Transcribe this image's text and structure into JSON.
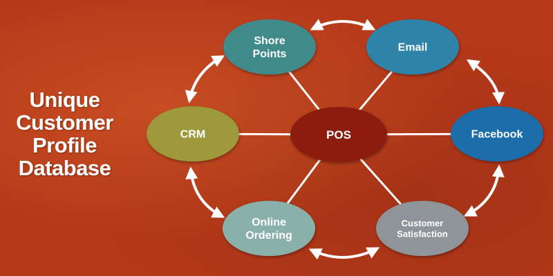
{
  "title": {
    "lines": [
      "Unique",
      "Customer",
      "Profile",
      "Database"
    ]
  },
  "diagram": {
    "center": {
      "label": "POS",
      "color": "#8c1d0b"
    },
    "nodes": [
      {
        "id": "shore-points",
        "lines": [
          "Shore",
          "Points"
        ],
        "color": "#3f8a8c"
      },
      {
        "id": "email",
        "lines": [
          "Email"
        ],
        "color": "#2f84a8"
      },
      {
        "id": "facebook",
        "lines": [
          "Facebook"
        ],
        "color": "#1f6eaa"
      },
      {
        "id": "customer-satisfaction",
        "lines": [
          "Customer",
          "Satisfaction"
        ],
        "color": "#8f9498"
      },
      {
        "id": "online-ordering",
        "lines": [
          "Online",
          "Ordering"
        ],
        "color": "#8ab0aa"
      },
      {
        "id": "crm",
        "lines": [
          "CRM"
        ],
        "color": "#9e9a3a"
      }
    ],
    "edge_color": "#ffffff"
  }
}
